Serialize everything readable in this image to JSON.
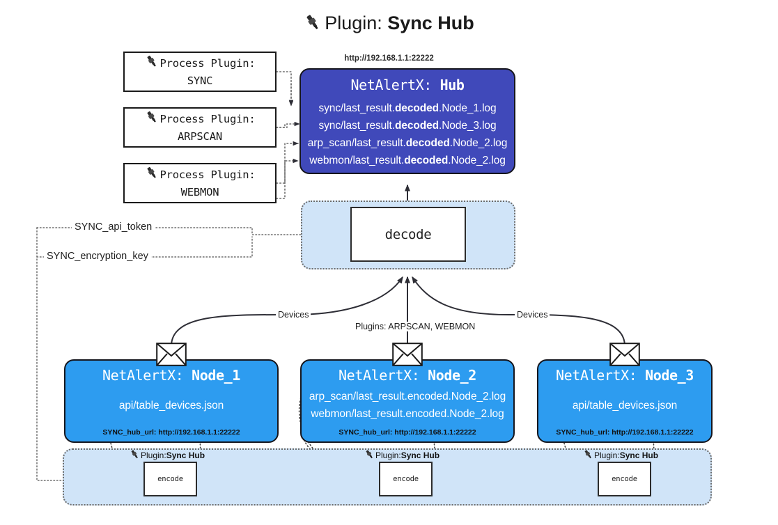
{
  "title": {
    "icon": "plug-icon",
    "prefix": "Plugin: ",
    "name": "Sync Hub"
  },
  "process_plugins": [
    {
      "icon": "plug-icon",
      "line1": "Process Plugin:",
      "line2": "SYNC"
    },
    {
      "icon": "plug-icon",
      "line1": "Process Plugin:",
      "line2": "ARPSCAN"
    },
    {
      "icon": "plug-icon",
      "line1": "Process Plugin:",
      "line2": "WEBMON"
    }
  ],
  "hub": {
    "url": "http://192.168.1.1:22222",
    "title_prefix": "NetAlertX: ",
    "title_name": "Hub",
    "logs": [
      {
        "pre": "sync/last_result.",
        "em": "decoded",
        "post": ".Node_1.log"
      },
      {
        "pre": "sync/last_result.",
        "em": "decoded",
        "post": ".Node_3.log"
      },
      {
        "pre": "arp_scan/last_result.",
        "em": "decoded",
        "post": ".Node_2.log"
      },
      {
        "pre": "webmon/last_result.",
        "em": "decoded",
        "post": ".Node_2.log"
      }
    ]
  },
  "decode": {
    "label": "decode"
  },
  "secrets": [
    {
      "label": "SYNC_api_token"
    },
    {
      "label": "SYNC_encryption_key"
    }
  ],
  "edge_labels": {
    "devices_left": "Devices",
    "devices_right": "Devices",
    "plugins_middle": "Plugins: ARPSCAN, WEBMON"
  },
  "nodes": [
    {
      "icon": "envelope-icon",
      "title_prefix": "NetAlertX: ",
      "title_name": "Node_1",
      "lines": [
        "api/table_devices.json"
      ],
      "footer": "SYNC_hub_url: http://192.168.1.1:22222"
    },
    {
      "icon": "envelope-icon",
      "title_prefix": "NetAlertX: ",
      "title_name": "Node_2",
      "lines": [
        "arp_scan/last_result.encoded.Node_2.log",
        "webmon/last_result.encoded.Node_2.log"
      ],
      "footer": "SYNC_hub_url: http://192.168.1.1:22222"
    },
    {
      "icon": "envelope-icon",
      "title_prefix": "NetAlertX: ",
      "title_name": "Node_3",
      "lines": [
        "api/table_devices.json"
      ],
      "footer": "SYNC_hub_url: http://192.168.1.1:22222"
    }
  ],
  "encoders": [
    {
      "icon": "plug-icon",
      "label_prefix": "Plugin: ",
      "label_name": "Sync Hub",
      "box": "encode"
    },
    {
      "icon": "plug-icon",
      "label_prefix": "Plugin: ",
      "label_name": "Sync Hub",
      "box": "encode"
    },
    {
      "icon": "plug-icon",
      "label_prefix": "Plugin: ",
      "label_name": "Sync Hub",
      "box": "encode"
    }
  ],
  "colors": {
    "hub": "#4049ba",
    "node": "#2d9cf0",
    "container": "#d0e4f8",
    "stroke": "#16161d",
    "white": "#ffffff"
  }
}
